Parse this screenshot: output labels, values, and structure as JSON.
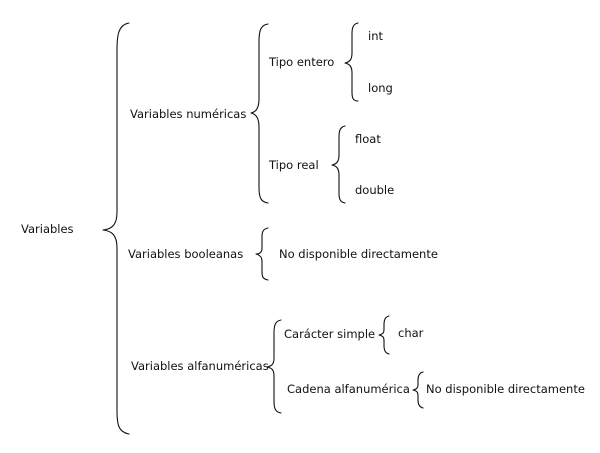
{
  "root": {
    "label": "Variables"
  },
  "groups": {
    "numericas": {
      "label": "Variables numéricas",
      "entero": {
        "label": "Tipo entero",
        "items": [
          "int",
          "long"
        ]
      },
      "real": {
        "label": "Tipo real",
        "items": [
          "float",
          "double"
        ]
      }
    },
    "booleanas": {
      "label": "Variables booleanas",
      "note": "No disponible directamente"
    },
    "alfanumericas": {
      "label": "Variables alfanuméricas",
      "caracter": {
        "label": "Carácter simple",
        "items": [
          "char"
        ]
      },
      "cadena": {
        "label": "Cadena alfanumérica",
        "note": "No disponible directamente"
      }
    }
  }
}
